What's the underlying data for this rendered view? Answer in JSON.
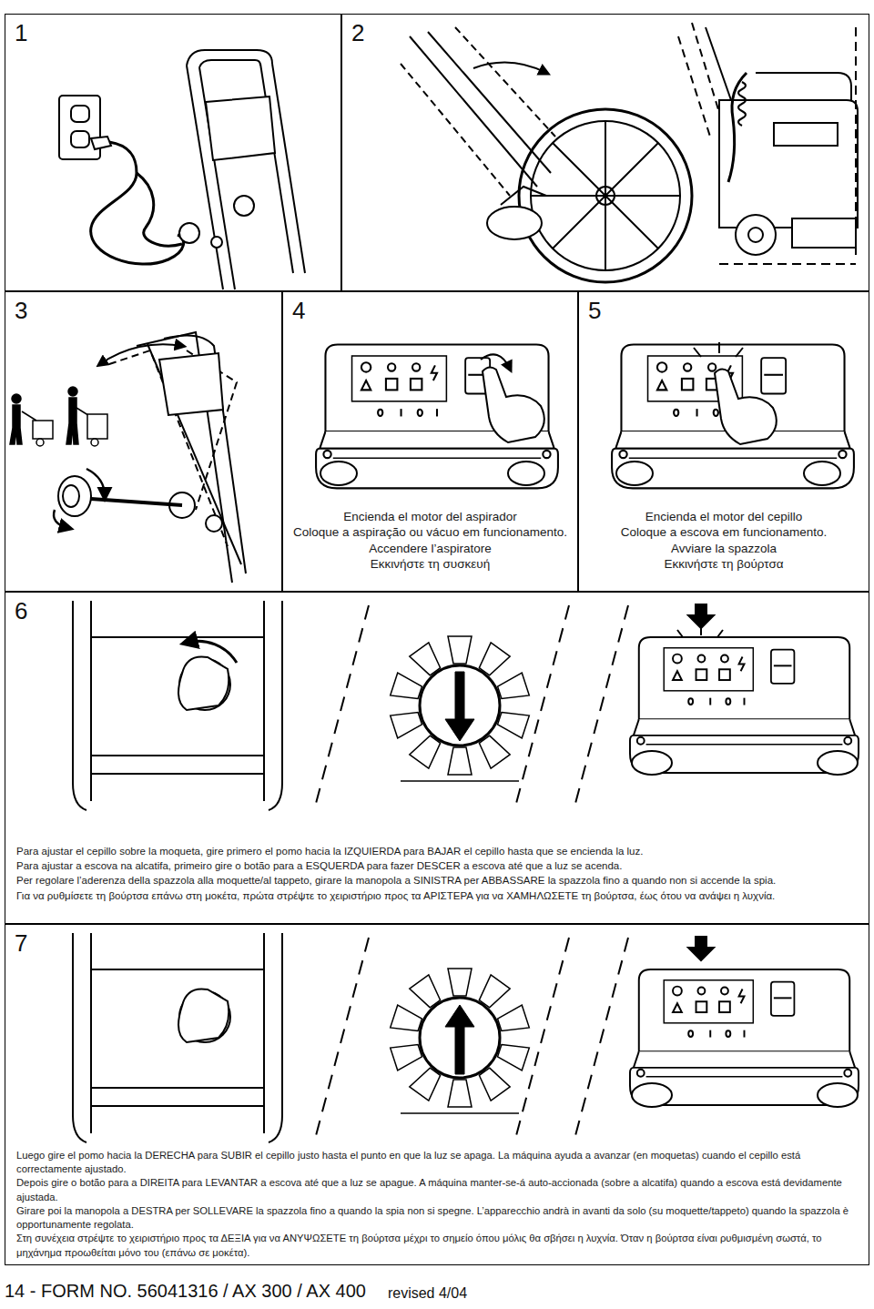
{
  "diagram": {
    "nodes": [
      {
        "text": [
          "1"
        ]
      },
      {
        "text": [
          "2"
        ]
      },
      {
        "text": [
          "3"
        ]
      },
      {
        "text": [
          "4",
          "Encienda el motor del aspirador",
          "Coloque a aspiração ou vácuo em funcionamento.",
          "Accendere l’aspiratore",
          "Εκκινήστε τη συσκευή"
        ]
      },
      {
        "text": [
          "5",
          "Encienda el motor del cepillo",
          "Coloque a escova em funcionamento.",
          "Avviare la spazzola",
          "Εκκινήστε τη βούρτσα"
        ]
      },
      {
        "text": [
          "6",
          "Para ajustar el cepillo sobre la moqueta, gire primero el pomo hacia la IZQUIERDA para BAJAR el cepillo hasta que se encienda la luz.",
          "Para ajustar a escova na alcatifa, primeiro gire o botão para a ESQUERDA para fazer DESCER a escova até que a luz se acenda.",
          "Per regolare l’aderenza della spazzola alla moquette/al tappeto, girare la manopola a SINISTRA per ABBASSARE la spazzola fino a quando non si accende la spia.",
          "Για να ρυθμίσετε τη βούρτσα επάνω στη μοκέτα, πρώτα στρέψτε το χειριστήριο προς τα ΑΡΙΣΤΕΡΑ για να ΧΑΜΗΛΩΣΕΤΕ τη βούρτσα, έως ότου να ανάψει η λυχνία."
        ]
      },
      {
        "text": [
          "7",
          "Luego gire el pomo hacia la DERECHA para SUBIR el cepillo justo hasta el punto en que la luz se apaga. La máquina ayuda a avanzar (en moquetas) cuando el cepillo está correctamente ajustado.",
          "Depois gire o botão para a DIREITA para LEVANTAR a escova até que a luz se apague. A máquina manter-se-á auto-accionada (sobre a alcatifa) quando a escova está devidamente ajustada.",
          "Girare poi la manopola a DESTRA per SOLLEVARE la spazzola fino a quando la spia non si spegne. L’apparecchio andrà in avanti da solo (su moquette/tappeto) quando la spazzola è opportunamente regolata.",
          "Στη συνέχεια στρέψτε το χειριστήριο προς τα ΔΕΞΙΑ για να ΑΝΥΨΩΣΕΤΕ τη βούρτσα μέχρι το σημείο όπου μόλις θα σβήσει η λυχνία. Όταν η βούρτσα είναι ρυθμισμένη σωστά, το μηχάνημα προωθείται μόνο του (επάνω σε μοκέτα)."
        ]
      }
    ],
    "labels": [
      "14 - FORM NO. 56041316 / AX 300 / AX 400",
      "revised 4/04"
    ]
  }
}
